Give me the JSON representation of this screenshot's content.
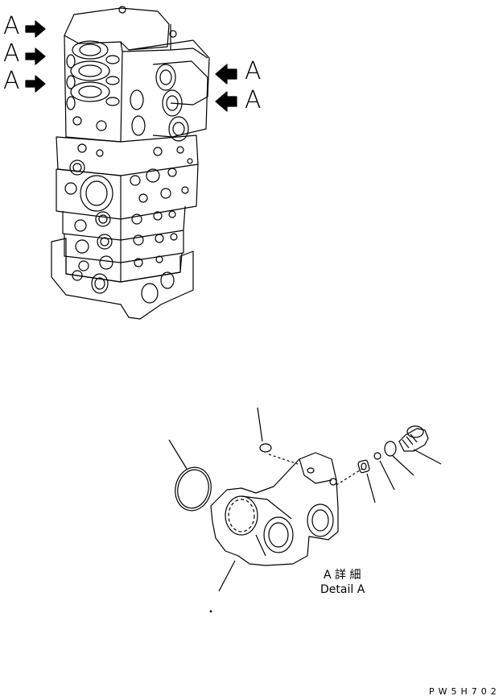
{
  "labels": {
    "arrow_left": "A",
    "arrow_right": "A",
    "detail_jp": "A 詳 細",
    "detail_en": "Detail A",
    "drawing_code": "PW5H702"
  },
  "colors": {
    "line": "#000000",
    "background": "#ffffff"
  }
}
